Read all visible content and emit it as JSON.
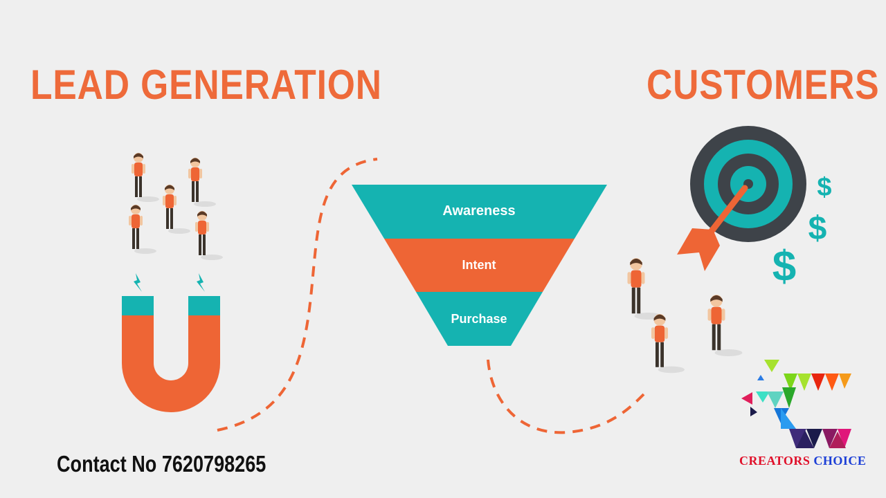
{
  "headings": {
    "left": "LEAD GENERATION",
    "right": "CUSTOMERS"
  },
  "funnel": {
    "stages": [
      {
        "label": "Awareness",
        "color": "#15b3b1"
      },
      {
        "label": "Intent",
        "color": "#ee6535"
      },
      {
        "label": "Purchase",
        "color": "#15b3b1"
      }
    ]
  },
  "contact": "Contact No 7620798265",
  "brand": {
    "word1": "CREATORS",
    "word2": "CHOICE"
  },
  "colors": {
    "accent": "#ee6a3a",
    "teal": "#15b3b1",
    "dark": "#3e4349",
    "background": "#efefef"
  },
  "icons": [
    "magnet-icon",
    "target-icon",
    "arrow-icon",
    "dollar-icon",
    "person-icon",
    "creators-choice-logo"
  ]
}
